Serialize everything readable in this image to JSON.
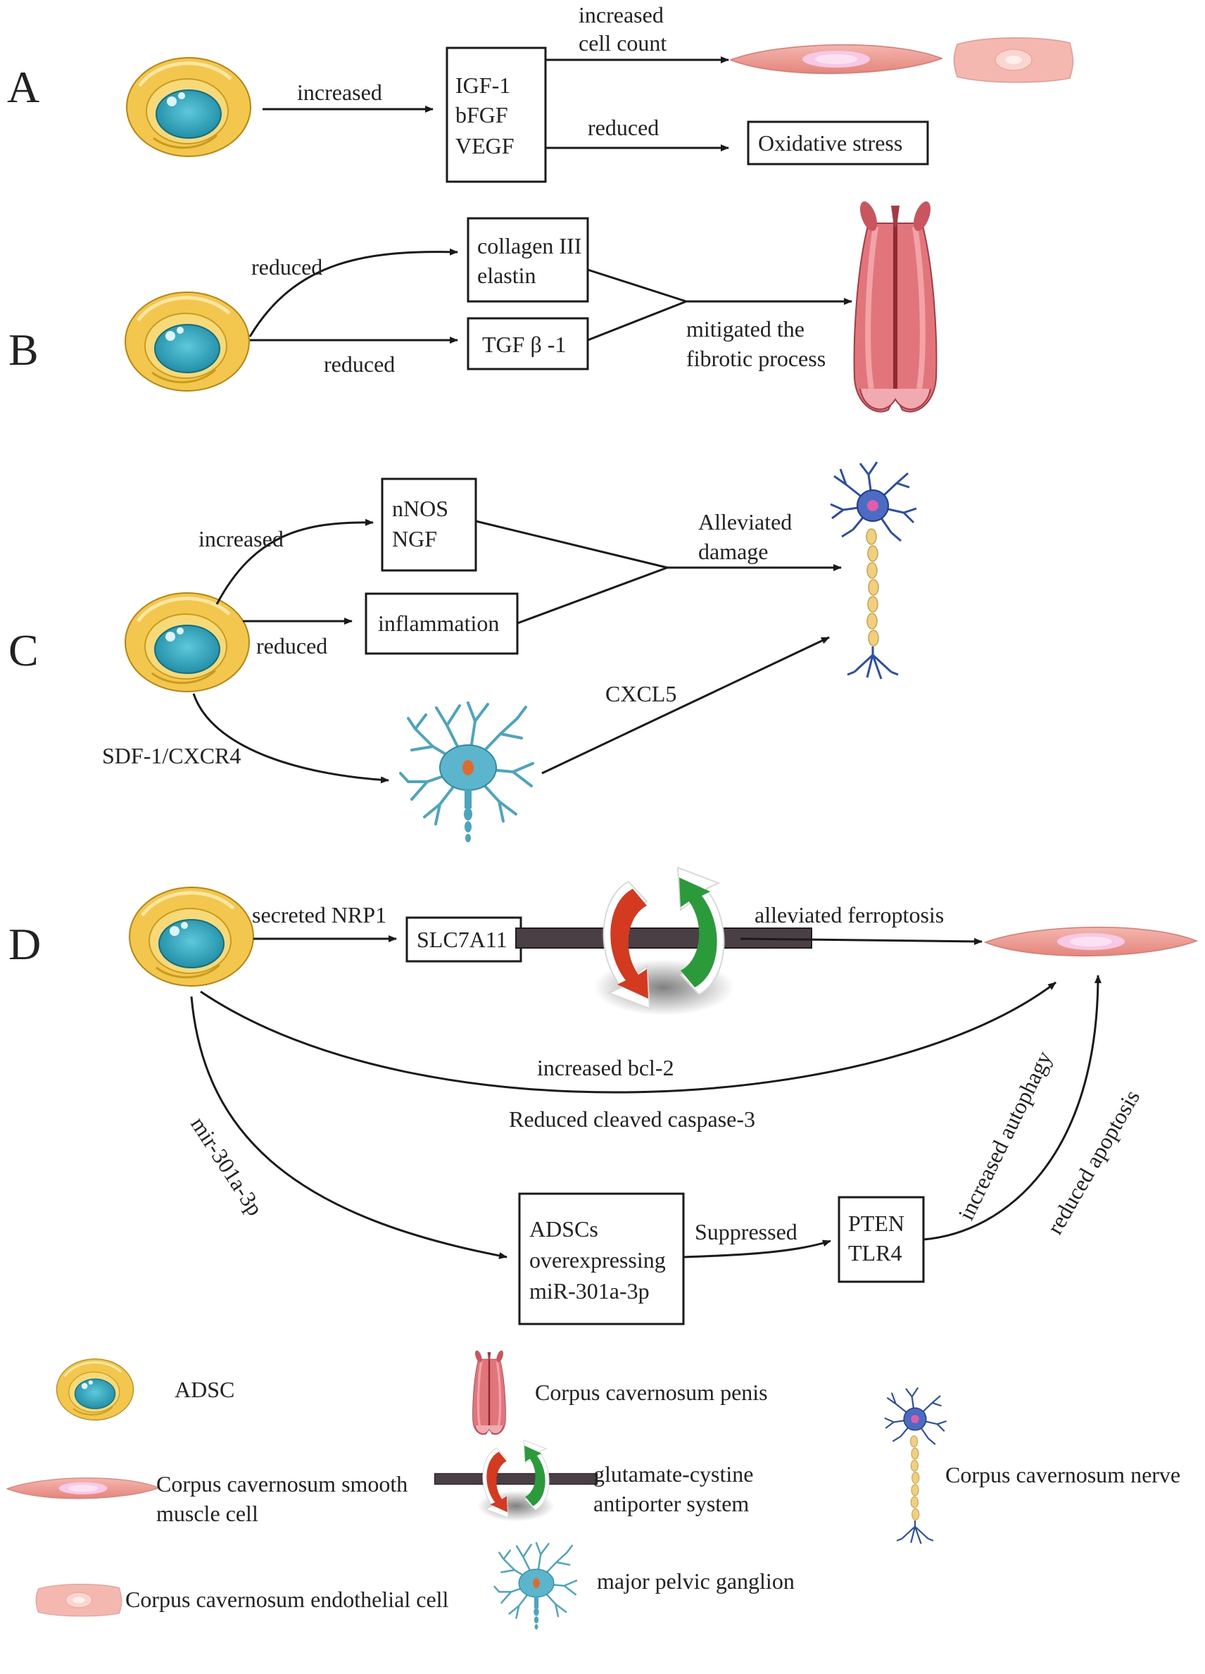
{
  "sections": {
    "a": {
      "letter": "A",
      "increased": "increased",
      "box": [
        "IGF-1",
        "bFGF",
        "VEGF"
      ],
      "top": [
        "increased",
        "cell count"
      ],
      "reduced": "reduced",
      "oxidative": "Oxidative stress"
    },
    "b": {
      "letter": "B",
      "reduced_top": "reduced",
      "reduced_bottom": "reduced",
      "box1": [
        "collagen III",
        "elastin"
      ],
      "box2": "TGF β -1",
      "result": [
        "mitigated the",
        "fibrotic process"
      ]
    },
    "c": {
      "letter": "C",
      "increased": "increased",
      "reduced": "reduced",
      "box1": [
        "nNOS",
        "NGF"
      ],
      "box2": "inflammation",
      "result": [
        "Alleviated",
        "damage"
      ],
      "sdf": "SDF-1/CXCR4",
      "cxcl5": "CXCL5"
    },
    "d": {
      "letter": "D",
      "secreted": "secreted NRP1",
      "slc": "SLC7A11",
      "ferro": "alleviated ferroptosis",
      "bcl": "increased bcl-2",
      "caspase": "Reduced cleaved caspase-3",
      "mir": "mir-301a-3p",
      "adscs_box": [
        "ADSCs",
        "overexpressing",
        "miR-301a-3p"
      ],
      "suppressed": "Suppressed",
      "pten_box": [
        "PTEN",
        "TLR4"
      ],
      "autophagy": "increased autophagy",
      "apoptosis": "reduced apoptosis"
    }
  },
  "legend": {
    "adsc": "ADSC",
    "penis": "Corpus cavernosum penis",
    "smooth": [
      "Corpus cavernosum smooth",
      "muscle cell"
    ],
    "antiporter": [
      "glutamate-cystine",
      "antiporter  system"
    ],
    "nerve": "Corpus cavernosum nerve",
    "endothelial": "Corpus cavernosum endothelial cell",
    "ganglion": "major pelvic ganglion"
  },
  "colors": {
    "cell_outer": "#f0c040",
    "cell_nucleus": "#2aa1b8",
    "smooth_muscle": "#ec9a92",
    "endothelial": "#f2b2aa",
    "neuron": "#2a4fa8",
    "ganglion": "#4aa6bd",
    "red_arrow": "#d33a1f",
    "green_arrow": "#2a9a3a"
  }
}
